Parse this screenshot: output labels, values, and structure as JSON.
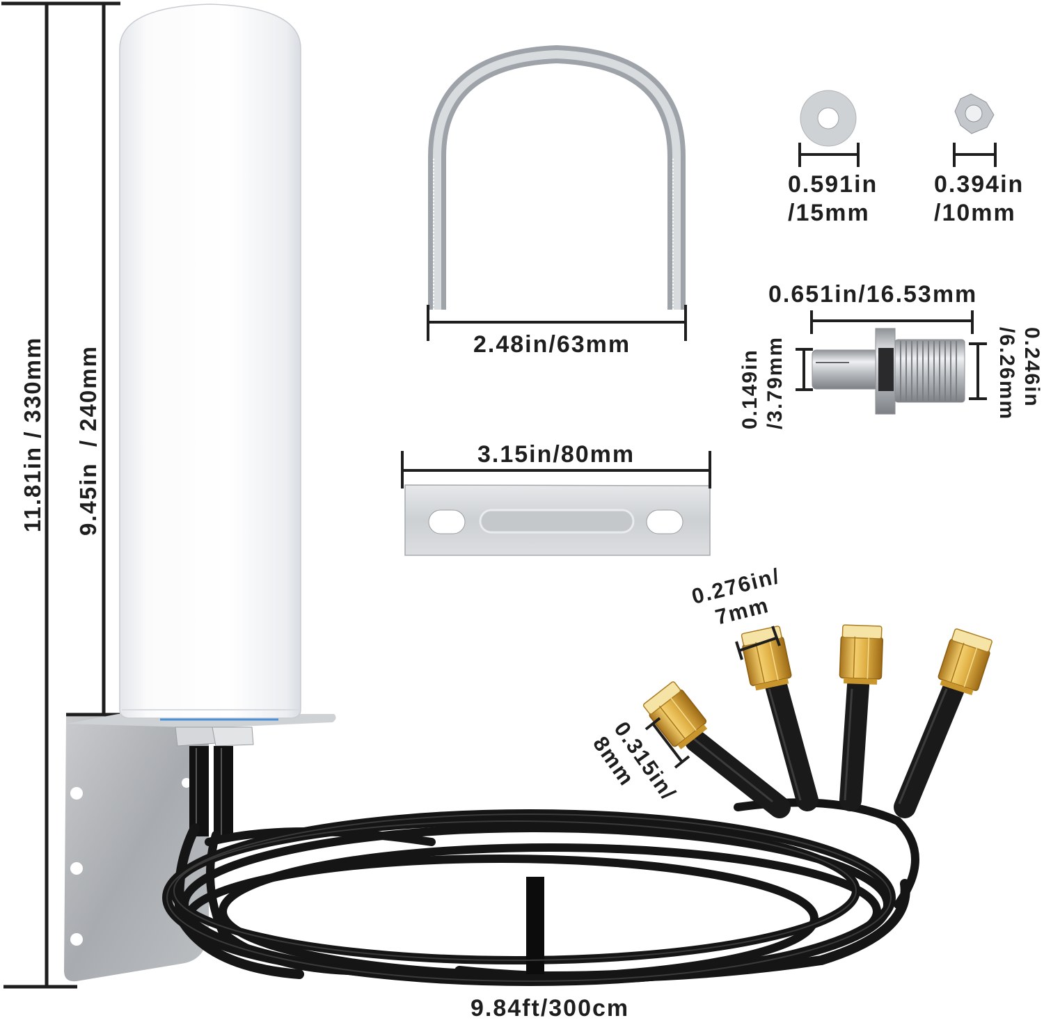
{
  "diagram": {
    "subject": "Outdoor omnidirectional antenna kit with dimensions",
    "colors": {
      "background": "#ffffff",
      "dimension_line": "#1e1e1e",
      "label_text": "#1e1e1e",
      "antenna_radome": "#f4f5f7",
      "metal": "#b9bcc0",
      "cable": "#161616",
      "connector_gold": "#d9a53a"
    },
    "components": {
      "antenna": {
        "total_height_label": "11.81in / 330mm",
        "radome_height_label": "9.45in  / 240mm"
      },
      "u_bolt": {
        "width_label": "2.48in/63mm"
      },
      "mount_plate": {
        "width_label": "3.15in/80mm"
      },
      "washer": {
        "label_line1": "0.591in",
        "label_line2": "/15mm"
      },
      "hex_nut": {
        "label_line1": "0.394in",
        "label_line2": "/10mm"
      },
      "adapter_connector": {
        "length_label": "0.651in/16.53mm",
        "pin_diameter_line1": "0.149in",
        "pin_diameter_line2": "/3.79mm",
        "thread_diameter_line1": "0.246in",
        "thread_diameter_line2": "/6.26mm"
      },
      "sma_connectors": {
        "count": 4,
        "hex_label_line1": "0.276in/",
        "hex_label_line2": "7mm",
        "body_label_line1": "0.315in/",
        "body_label_line2": "8mm"
      },
      "cable": {
        "length_label": "9.84ft/300cm"
      }
    }
  }
}
